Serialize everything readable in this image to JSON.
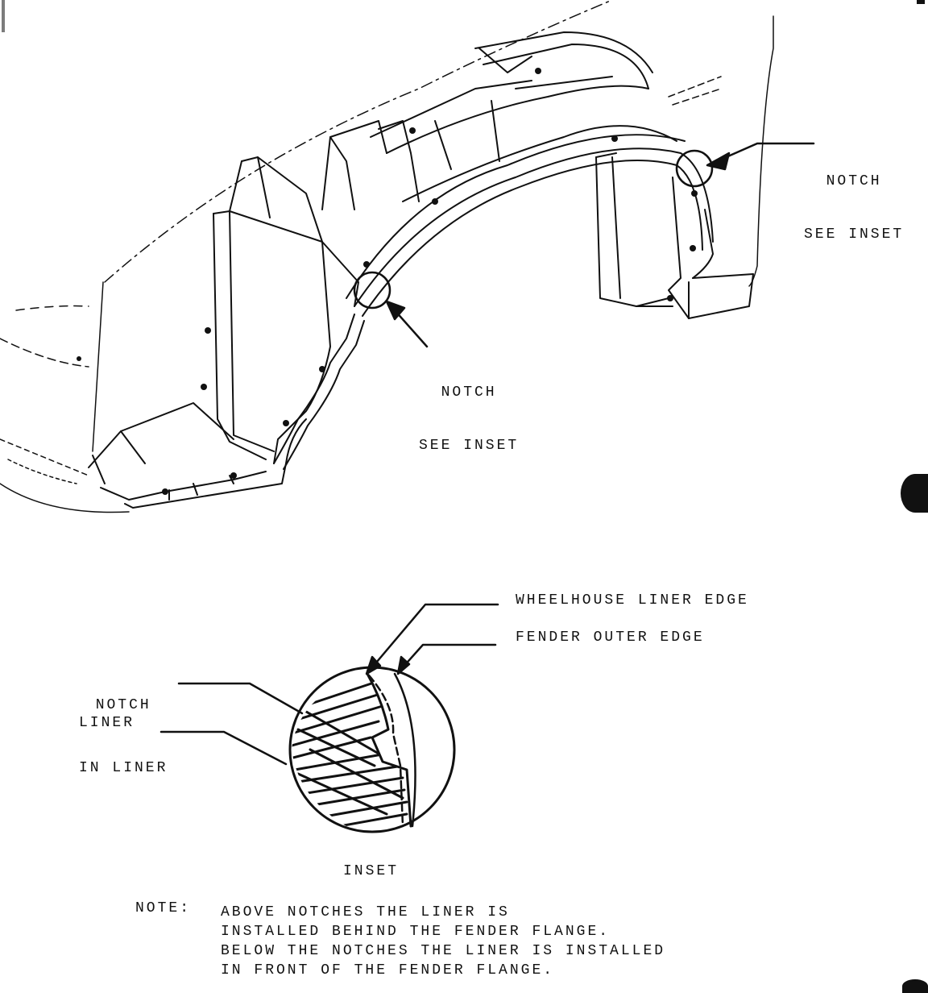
{
  "labels": {
    "notch_right": [
      "NOTCH",
      "SEE INSET"
    ],
    "notch_center": [
      "NOTCH",
      "SEE INSET"
    ],
    "wheelhouse_liner_edge": "WHEELHOUSE LINER EDGE",
    "fender_outer_edge": "FENDER OUTER EDGE",
    "notch_in_liner": [
      "NOTCH",
      "IN LINER"
    ],
    "liner": "LINER",
    "inset_caption": "INSET"
  },
  "note": {
    "key": "NOTE:",
    "lines": [
      "ABOVE NOTCHES THE LINER IS",
      "INSTALLED BEHIND THE FENDER FLANGE.",
      "BELOW THE NOTCHES THE LINER IS INSTALLED",
      "IN FRONT OF THE FENDER FLANGE."
    ]
  },
  "colors": {
    "ink": "#111111",
    "paper": "#ffffff"
  }
}
